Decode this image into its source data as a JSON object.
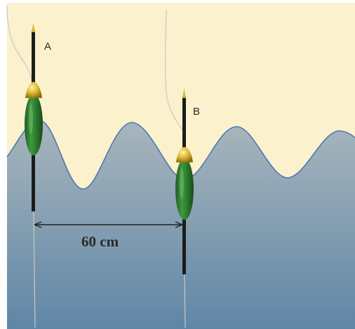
{
  "floats": [
    {
      "label": "A"
    },
    {
      "label": "B"
    }
  ],
  "distance": {
    "label": "60 cm"
  },
  "colors": {
    "sky": "#fbf1cd",
    "water_top": "#a9b6bd",
    "water_bottom": "#5f86a6",
    "wave_line": "#4f77b0",
    "float_body": "#2f7a2f",
    "float_cap": "#d8b530",
    "float_stem": "#1c1c1c",
    "line": "#c8c8c8",
    "arrow": "#222222"
  }
}
